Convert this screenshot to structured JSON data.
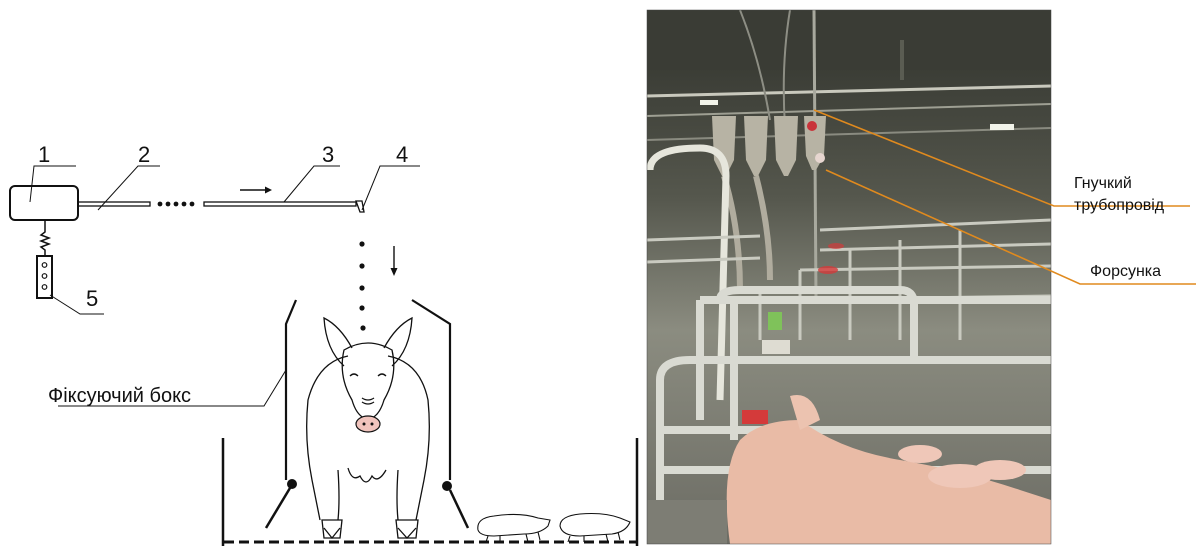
{
  "diagram": {
    "numbers": [
      "1",
      "2",
      "3",
      "4",
      "5"
    ],
    "box_caption": "Фіксуючий бокс"
  },
  "photo": {
    "labels": {
      "pipe_line1": "Гнучкий",
      "pipe_line2": "трубопровід",
      "nozzle": "Форсунка"
    },
    "colors": {
      "leader": "#e08a1e",
      "wall": "#5d5f55",
      "ceiling": "#3e4038",
      "floor": "#7d7d74",
      "pig": "#e9bba6",
      "red_lamp": "#d43a3a"
    }
  }
}
